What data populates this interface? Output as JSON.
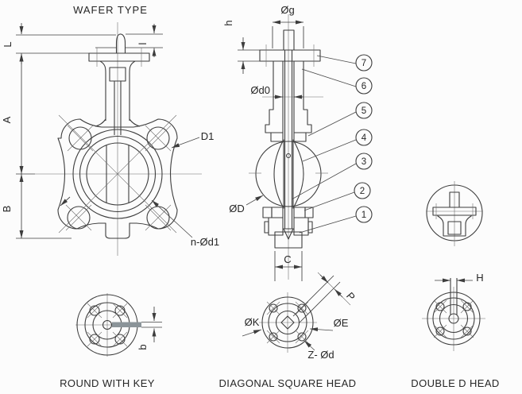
{
  "title": "WAFER TYPE",
  "front_view": {
    "dim_L": "L",
    "dim_A": "A",
    "dim_B": "B",
    "dim_l": "l",
    "label_D1": "D1",
    "label_n_d1": "n-Ød1"
  },
  "section_view": {
    "dim_og": "Øg",
    "dim_h": "h",
    "dim_od0": "Ød0",
    "dim_OD": "ØD",
    "dim_C": "C",
    "callouts": [
      "1",
      "2",
      "3",
      "4",
      "5",
      "6",
      "7"
    ]
  },
  "sub_views": {
    "round_with_key": {
      "caption": "ROUND WITH KEY",
      "dim_b": "b"
    },
    "diagonal_square_head": {
      "caption": "DIAGONAL SQUARE HEAD",
      "dim_ok": "ØK",
      "dim_oe": "ØE",
      "dim_z_od": "Z- Ød",
      "dim_p": "P"
    },
    "double_d_head": {
      "caption": "DOUBLE D HEAD",
      "dim_H": "H"
    }
  },
  "colors": {
    "line": "#3d3d3d",
    "hatch_fill": "#d9edf2",
    "hatch_line": "#8fb4c0",
    "packing_fill": "#aebfc6",
    "packing_line": "#46575f",
    "key_fill": "#8b9499",
    "background": "#fcfcfc"
  }
}
